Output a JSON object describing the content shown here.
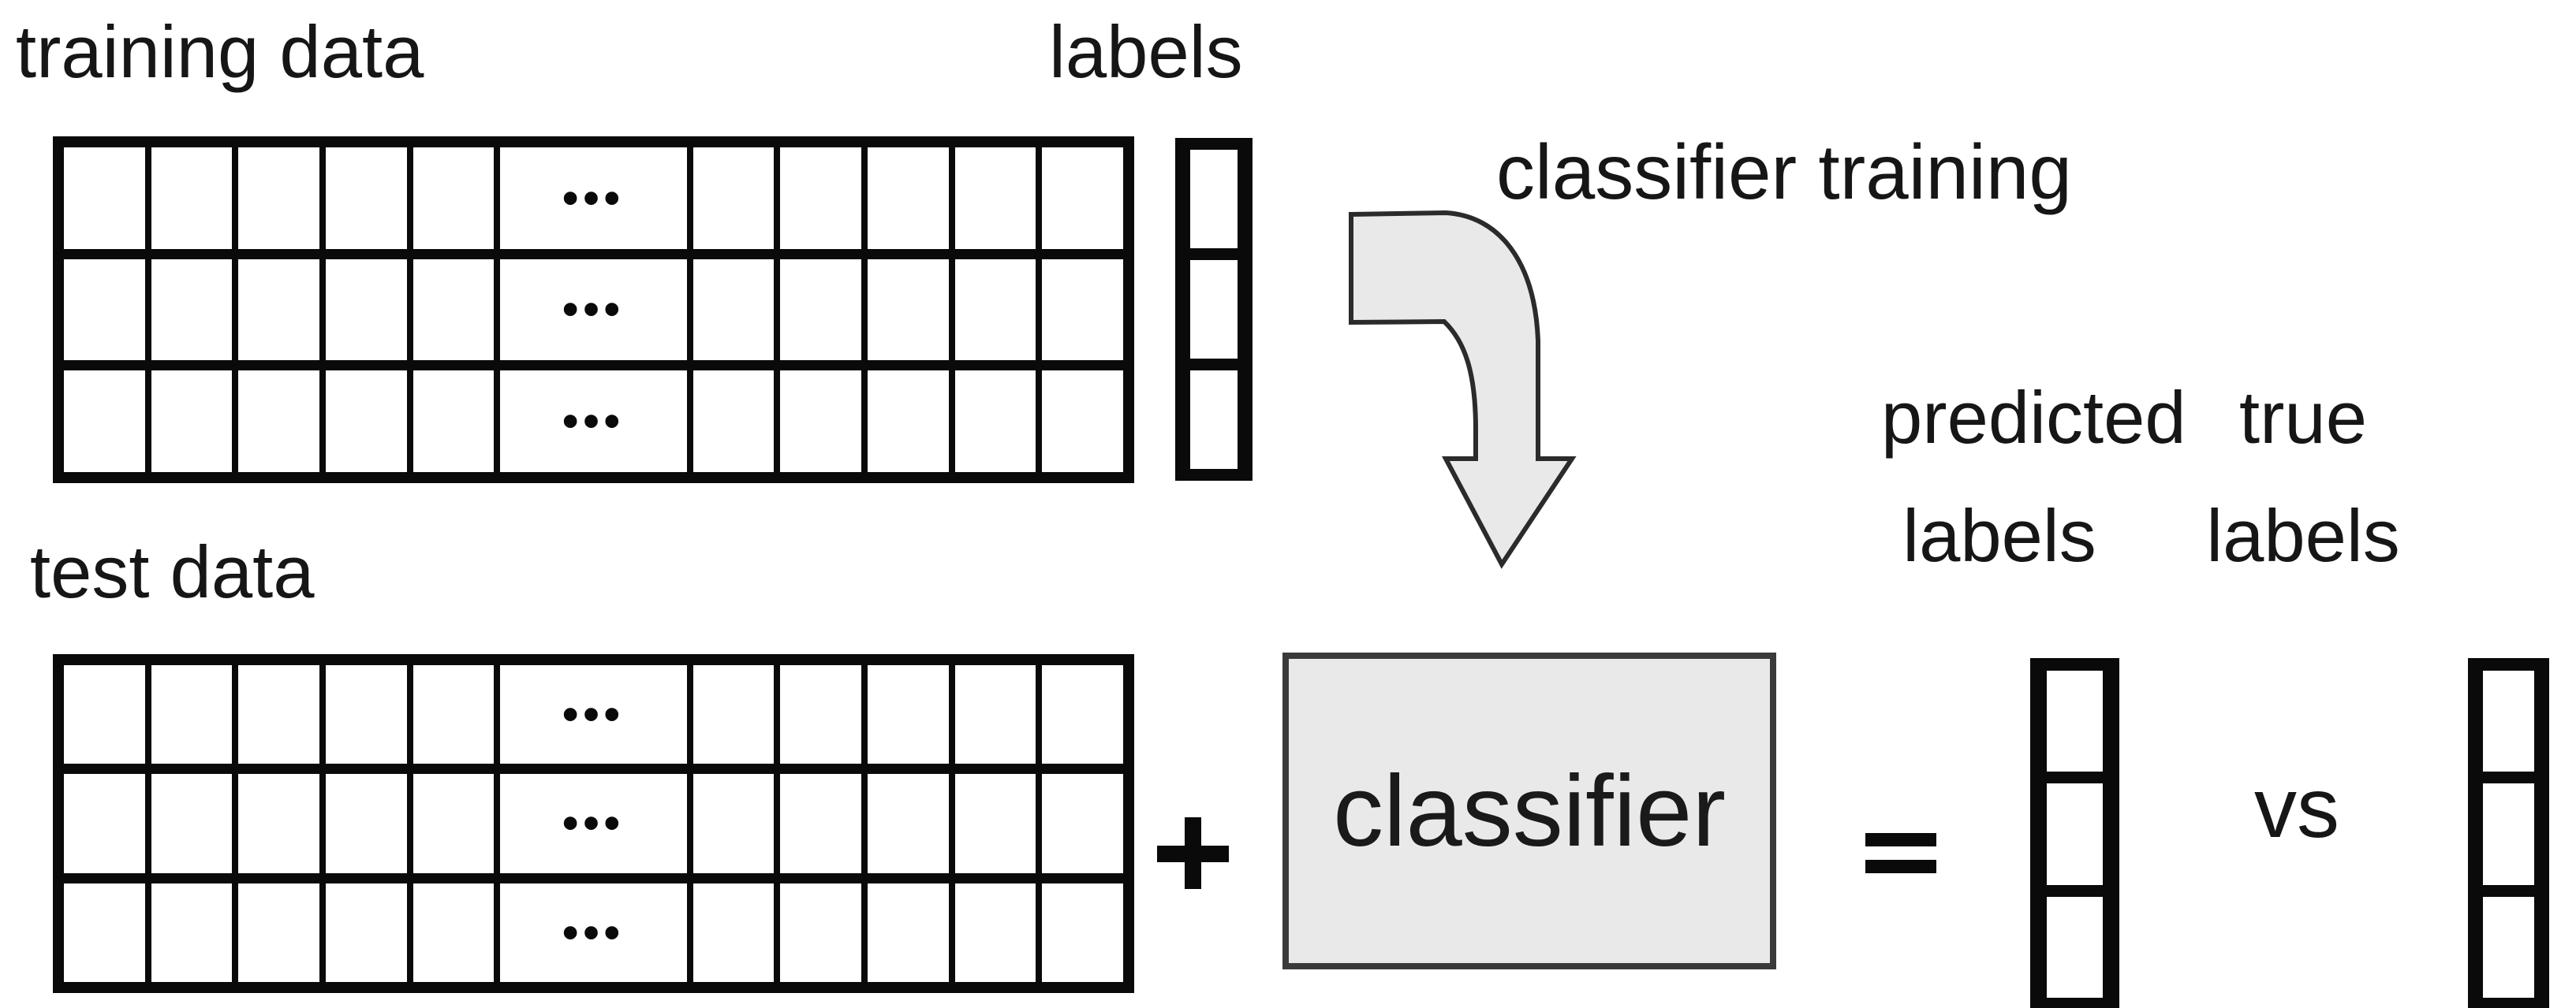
{
  "diagram": {
    "training": {
      "title": "training data",
      "labels_title": "labels",
      "dots": "•••"
    },
    "arrow_label": "classifier training",
    "test": {
      "title": "test data"
    },
    "classifier_box_label": "classifier",
    "operators": {
      "plus": "+",
      "equals": "="
    },
    "comparison": {
      "predicted_line1": "predicted",
      "predicted_line2": "labels",
      "vs": "vs",
      "true_line1": "true",
      "true_line2": "labels"
    }
  },
  "structure": {
    "grid_rows": 3,
    "grid_cols": 11,
    "dots_col_index": 5,
    "vector_cells": 3
  },
  "colors": {
    "background": "#ffffff",
    "ink": "#161616",
    "ink_strong": "#0a0a0a",
    "fill_gray": "#e9e9e9",
    "stroke_gray": "#3a3a3a"
  }
}
